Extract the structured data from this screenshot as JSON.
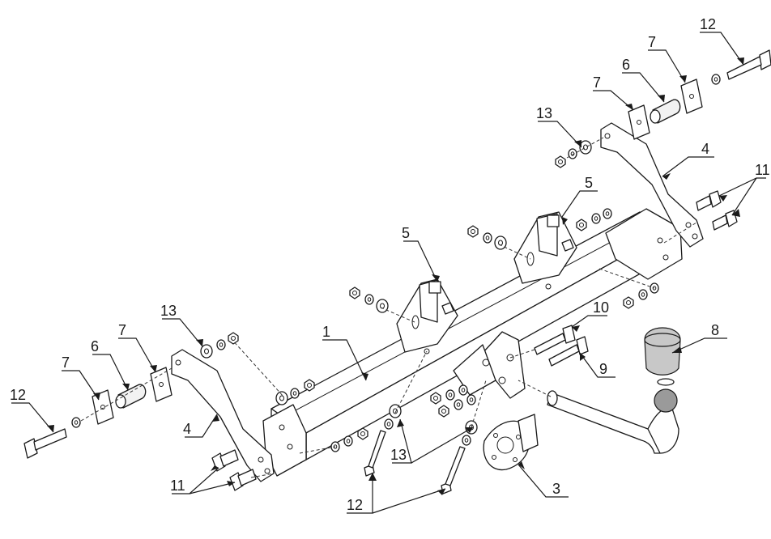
{
  "diagram": {
    "callouts": {
      "main_crossbar": "1",
      "socket_plate": "3",
      "side_bracket_left": "4",
      "side_bracket_right": "4",
      "center_bracket_left": "5",
      "center_bracket_right": "5",
      "spacer_tube_left": "6",
      "spacer_tube_right": "6",
      "plate_left_inner": "7",
      "plate_left_outer": "7",
      "plate_right_inner": "7",
      "plate_right_outer": "7",
      "ball_cover": "8",
      "bolt_lower": "9",
      "bolt_upper": "10",
      "screws_left": "11",
      "screws_right": "11",
      "long_bolt_left": "12",
      "long_bolt_right": "12",
      "long_bolts_bottom": "12",
      "washers_left": "13",
      "washers_right": "13",
      "washers_bottom": "13"
    }
  }
}
